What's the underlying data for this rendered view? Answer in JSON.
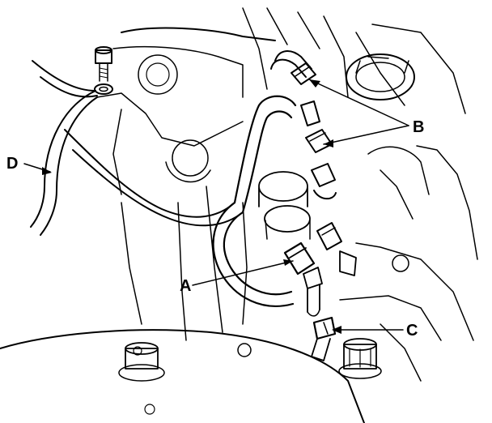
{
  "diagram": {
    "labels": {
      "a": "A",
      "b": "B",
      "c": "C",
      "d": "D"
    },
    "colors": {
      "ink": "#000000",
      "paper": "#ffffff"
    }
  }
}
